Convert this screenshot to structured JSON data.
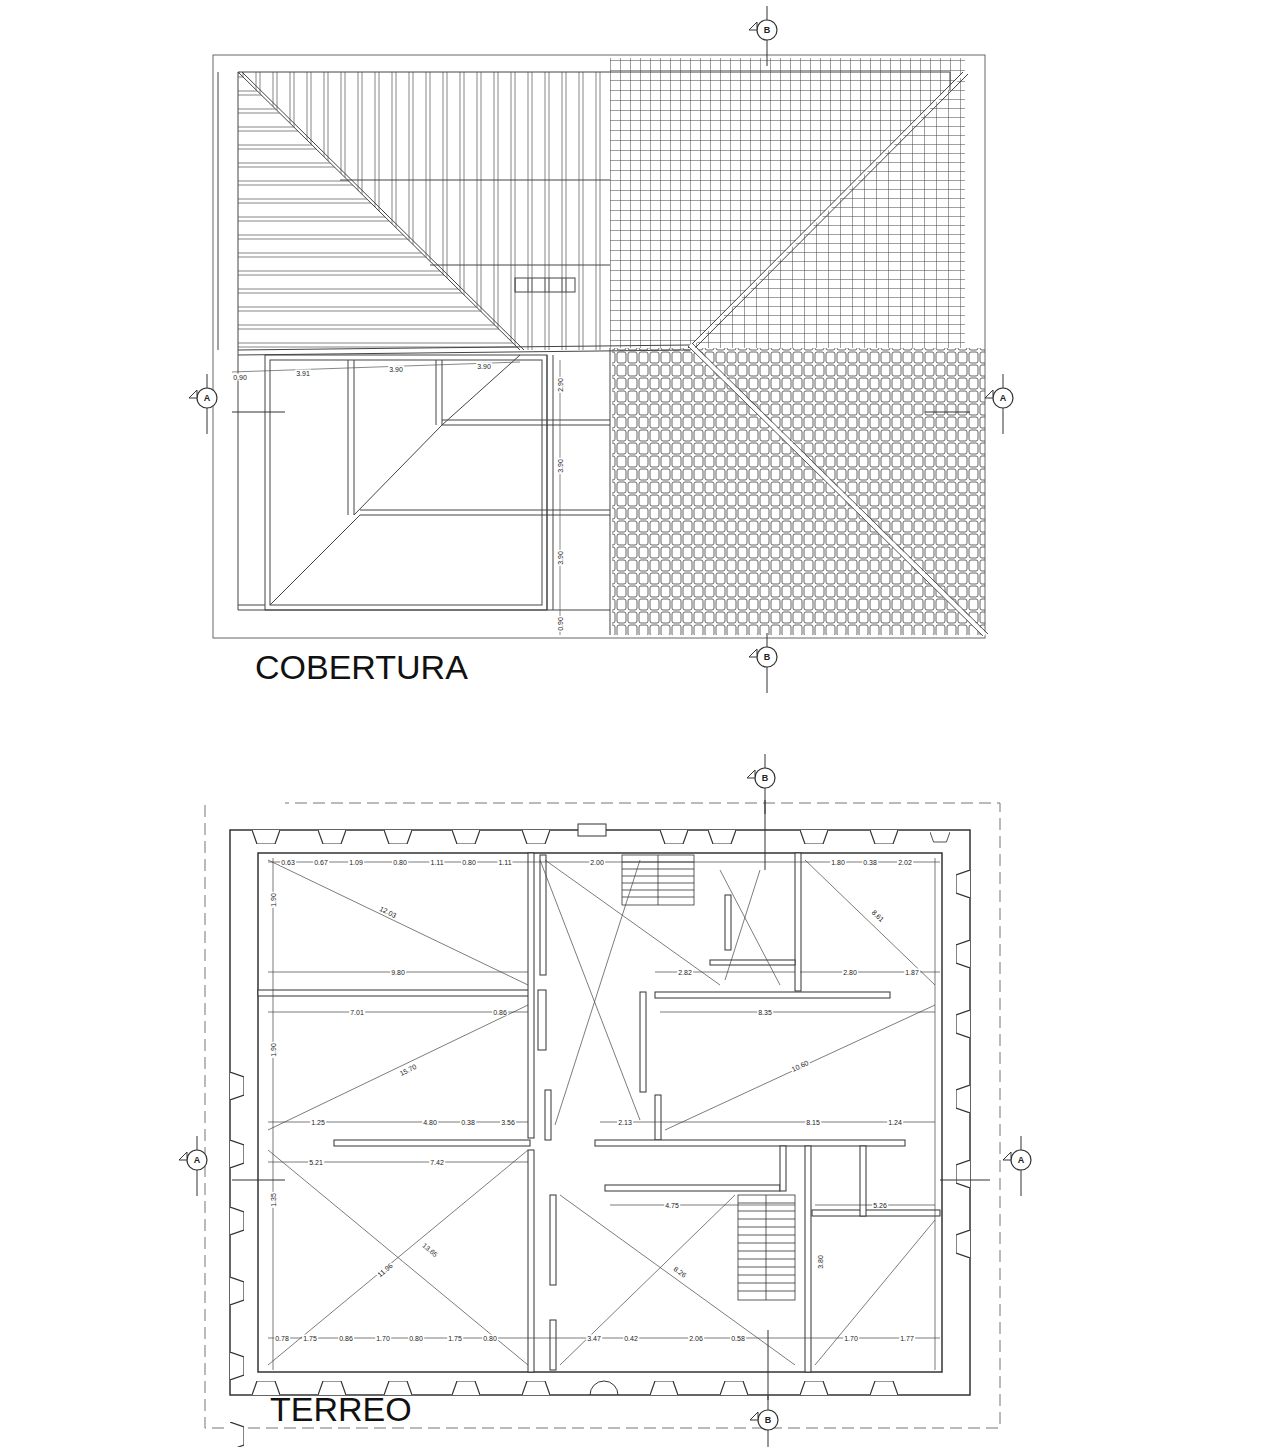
{
  "diagram": {
    "labels": [
      "COBERTURA",
      "TERREO",
      "B",
      "A",
      "A",
      "B",
      "B",
      "A",
      "A",
      "B",
      "0.90",
      "3.91",
      "3.90",
      "3.90",
      "2.90",
      "3.90",
      "3.90",
      "0.90",
      "0.63",
      "0.67",
      "1.09",
      "0.80",
      "1.11",
      "0.80",
      "1.11",
      "2.00",
      "1.80",
      "0.38",
      "2.02",
      "9.80",
      "2.82",
      "2.80",
      "1.87",
      "7.01",
      "0.86",
      "8.35",
      "1.25",
      "4.80",
      "0.38",
      "3.56",
      "2.13",
      "8.15",
      "1.24",
      "5.21",
      "7.42",
      "4.75",
      "5.26",
      "0.78",
      "1.75",
      "0.86",
      "1.70",
      "0.80",
      "1.75",
      "0.80",
      "3.47",
      "0.42",
      "2.06",
      "0.58",
      "1.70",
      "1.77",
      "12.03",
      "15.70",
      "11.96",
      "13.65",
      "10.60",
      "8.61",
      "8.26",
      "1.90",
      "1.90",
      "1.35",
      "3.80"
    ]
  }
}
